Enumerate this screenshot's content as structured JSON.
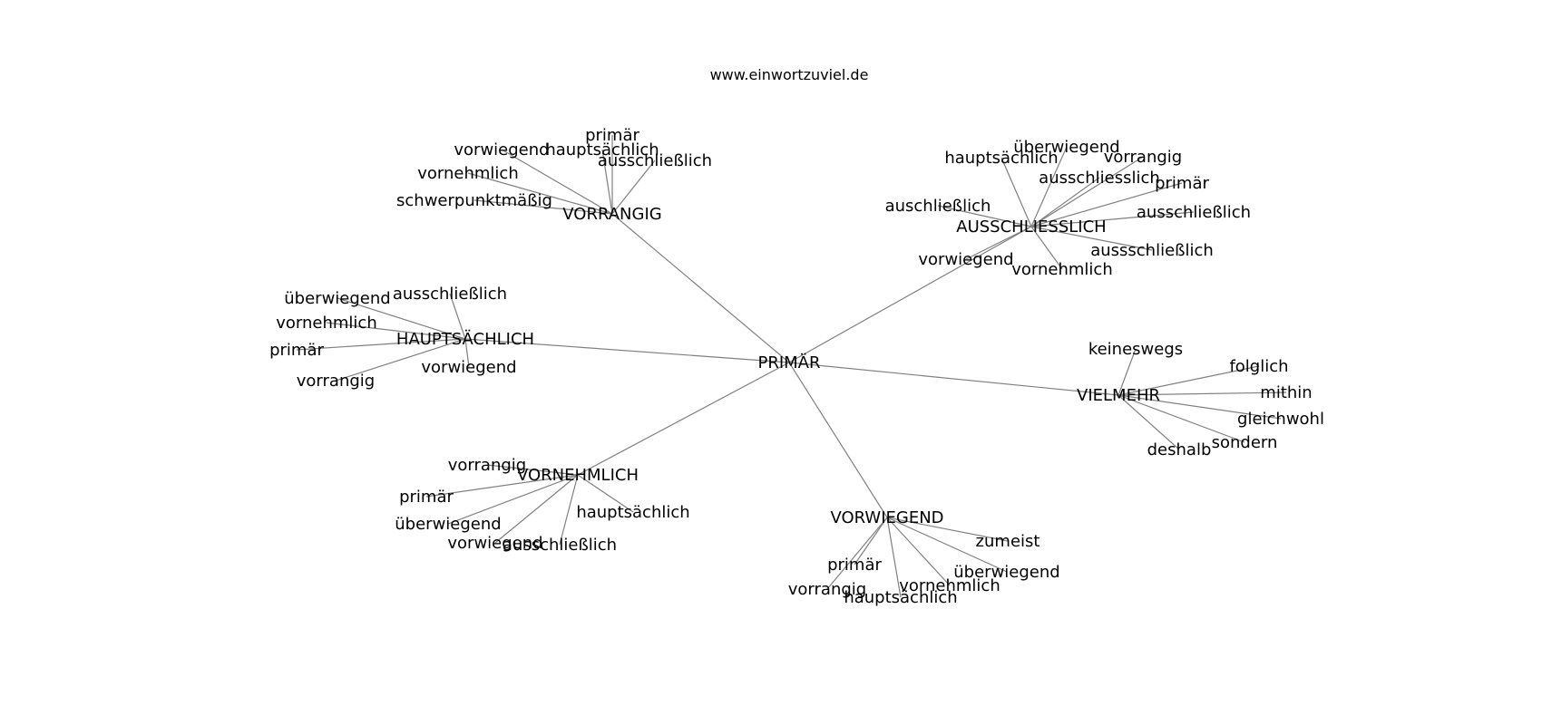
{
  "title": "www.einwortzuviel.de",
  "colors": {
    "edge": "#808080",
    "text": "#000000",
    "background": "#ffffff"
  },
  "graph": {
    "center": "PRIMÄR",
    "hubs": [
      {
        "label": "VORRANGIG",
        "leaves": [
          "primär",
          "hauptsächlich",
          "vorwiegend",
          "ausschließlich",
          "vornehmlich",
          "schwerpunktmäßig"
        ]
      },
      {
        "label": "AUSSCHLIESSLICH",
        "leaves": [
          "überwiegend",
          "hauptsächlich",
          "vorrangig",
          "ausschliesslich",
          "primär",
          "auschließlich",
          "ausschließlich",
          "aussschließlich",
          "vorwiegend",
          "vornehmlich"
        ]
      },
      {
        "label": "HAUPTSÄCHLICH",
        "leaves": [
          "ausschließlich",
          "überwiegend",
          "vornehmlich",
          "primär",
          "vorrangig",
          "vorwiegend"
        ]
      },
      {
        "label": "VIELMEHR",
        "leaves": [
          "keineswegs",
          "folglich",
          "mithin",
          "gleichwohl",
          "sondern",
          "deshalb"
        ]
      },
      {
        "label": "VORNEHMLICH",
        "leaves": [
          "vorrangig",
          "primär",
          "überwiegend",
          "vorwiegend",
          "ausschließlich",
          "hauptsächlich"
        ]
      },
      {
        "label": "VORWIEGEND",
        "leaves": [
          "zumeist",
          "primär",
          "überwiegend",
          "vorrangig",
          "vornehmlich",
          "hauptsächlich"
        ]
      }
    ]
  }
}
